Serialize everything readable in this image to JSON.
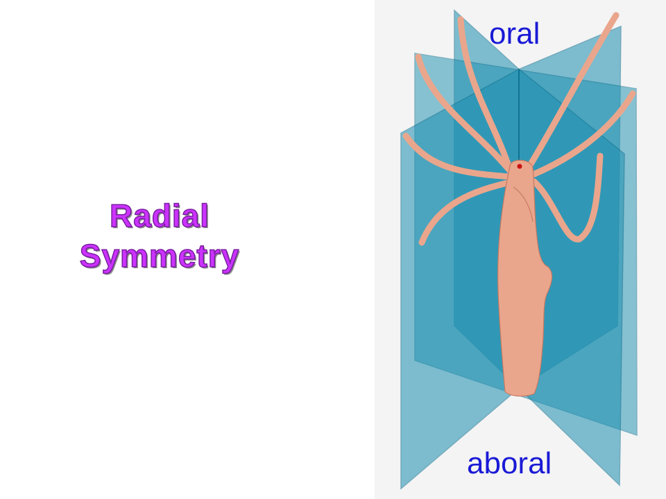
{
  "slide": {
    "title_line1": "Radial",
    "title_line2": "Symmetry",
    "label_top": "oral",
    "label_bottom": "aboral"
  },
  "colors": {
    "title_fill": "#cc33ff",
    "label": "#1a1ad6",
    "plane_fill": "#1b8fb0",
    "plane_edge": "#0c6f8f",
    "body_fill": "#eaa68c",
    "body_edge": "#c67a62",
    "mouth": "#cc1111",
    "panel_background": "#f4f4f4"
  }
}
